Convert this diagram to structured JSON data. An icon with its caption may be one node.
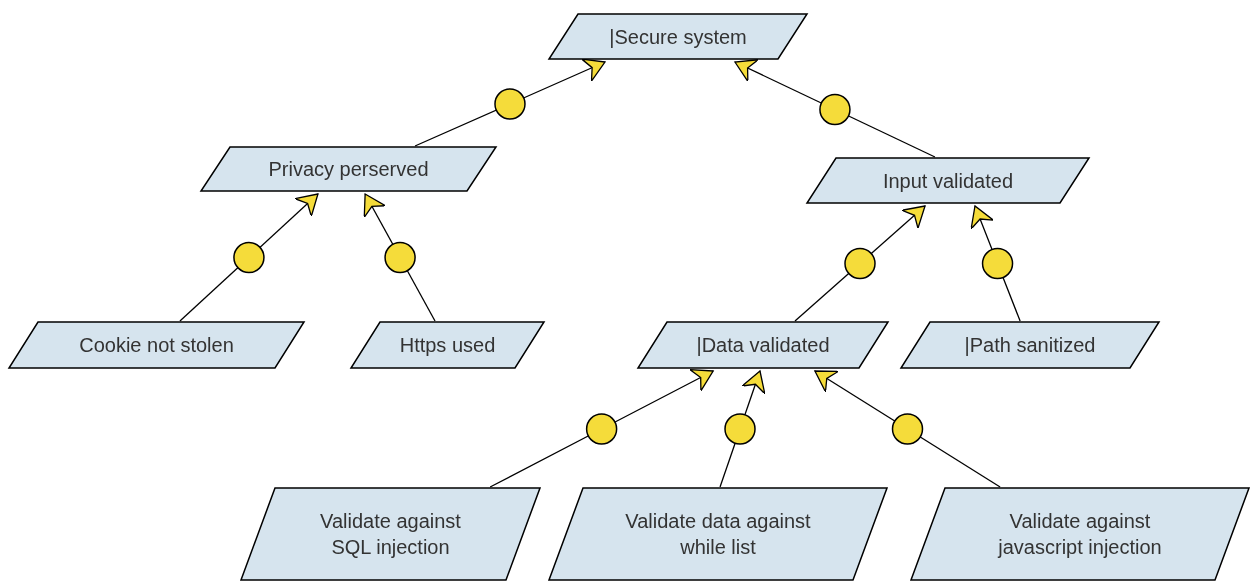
{
  "diagram": {
    "nodes": [
      {
        "text": [
          "|Secure system"
        ]
      },
      {
        "text": [
          "Privacy perserved"
        ]
      },
      {
        "text": [
          "Input validated"
        ]
      },
      {
        "text": [
          "Cookie not stolen"
        ]
      },
      {
        "text": [
          "Https used"
        ]
      },
      {
        "text": [
          "|Data validated"
        ]
      },
      {
        "text": [
          "|Path sanitized"
        ]
      },
      {
        "text": [
          "Validate against SQL injection"
        ]
      },
      {
        "text": [
          "Validate data against while list"
        ]
      },
      {
        "text": [
          "Validate against javascript injection"
        ]
      }
    ],
    "edges": [
      {
        "from": 1,
        "to": 0,
        "arrow": "to"
      },
      {
        "from": 2,
        "to": 0,
        "arrow": "to"
      },
      {
        "from": 3,
        "to": 1,
        "arrow": "to"
      },
      {
        "from": 4,
        "to": 1,
        "arrow": "to"
      },
      {
        "from": 5,
        "to": 2,
        "arrow": "to"
      },
      {
        "from": 6,
        "to": 2,
        "arrow": "to"
      },
      {
        "from": 7,
        "to": 5,
        "arrow": "to"
      },
      {
        "from": 8,
        "to": 5,
        "arrow": "to"
      },
      {
        "from": 9,
        "to": 5,
        "arrow": "to"
      }
    ]
  }
}
